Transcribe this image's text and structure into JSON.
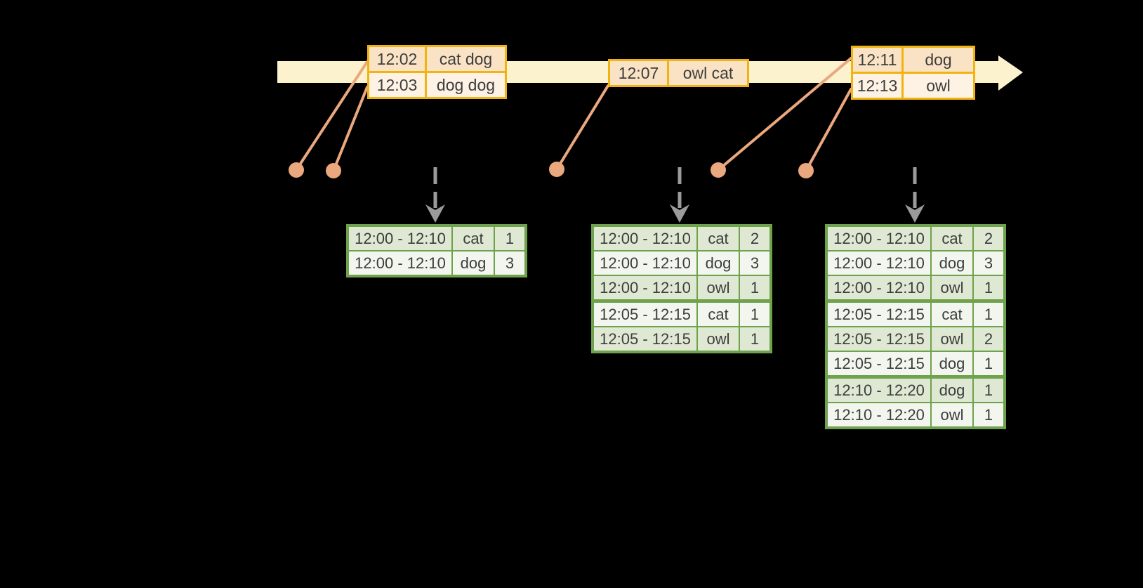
{
  "diagram": {
    "background": "#000000",
    "colors": {
      "timeline_fill": "#FCF2CE",
      "event_box_border": "#F0B310",
      "event_fill_dark": "#FAE3C5",
      "event_fill_light": "#FDF2E3",
      "connector_salmon": "#EBA77D",
      "result_table_green": "#6FA24C",
      "result_row_dark": "#DEE8D2",
      "result_row_light": "#F2F6EE",
      "trigger_arrow_gray": "#9B9B9B",
      "text": "#3D3D3D"
    }
  },
  "event_boxes": [
    {
      "rows": [
        {
          "time": "12:02",
          "words": "cat dog"
        },
        {
          "time": "12:03",
          "words": "dog dog"
        }
      ]
    },
    {
      "rows": [
        {
          "time": "12:07",
          "words": "owl cat"
        }
      ]
    },
    {
      "rows": [
        {
          "time": "12:11",
          "words": "dog"
        },
        {
          "time": "12:13",
          "words": "owl"
        }
      ]
    }
  ],
  "result_tables": [
    {
      "rows": [
        {
          "window": "12:00 - 12:10",
          "word": "cat",
          "count": "1"
        },
        {
          "window": "12:00 - 12:10",
          "word": "dog",
          "count": "3"
        }
      ]
    },
    {
      "rows": [
        {
          "window": "12:00 - 12:10",
          "word": "cat",
          "count": "2"
        },
        {
          "window": "12:00 - 12:10",
          "word": "dog",
          "count": "3"
        },
        {
          "window": "12:00 - 12:10",
          "word": "owl",
          "count": "1"
        },
        {
          "window": "12:05 - 12:15",
          "word": "cat",
          "count": "1"
        },
        {
          "window": "12:05 - 12:15",
          "word": "owl",
          "count": "1"
        }
      ]
    },
    {
      "rows": [
        {
          "window": "12:00 - 12:10",
          "word": "cat",
          "count": "2"
        },
        {
          "window": "12:00 - 12:10",
          "word": "dog",
          "count": "3"
        },
        {
          "window": "12:00 - 12:10",
          "word": "owl",
          "count": "1"
        },
        {
          "window": "12:05 - 12:15",
          "word": "cat",
          "count": "1"
        },
        {
          "window": "12:05 - 12:15",
          "word": "owl",
          "count": "2"
        },
        {
          "window": "12:05 - 12:15",
          "word": "dog",
          "count": "1"
        },
        {
          "window": "12:10 - 12:20",
          "word": "dog",
          "count": "1"
        },
        {
          "window": "12:10 - 12:20",
          "word": "owl",
          "count": "1"
        }
      ]
    }
  ]
}
